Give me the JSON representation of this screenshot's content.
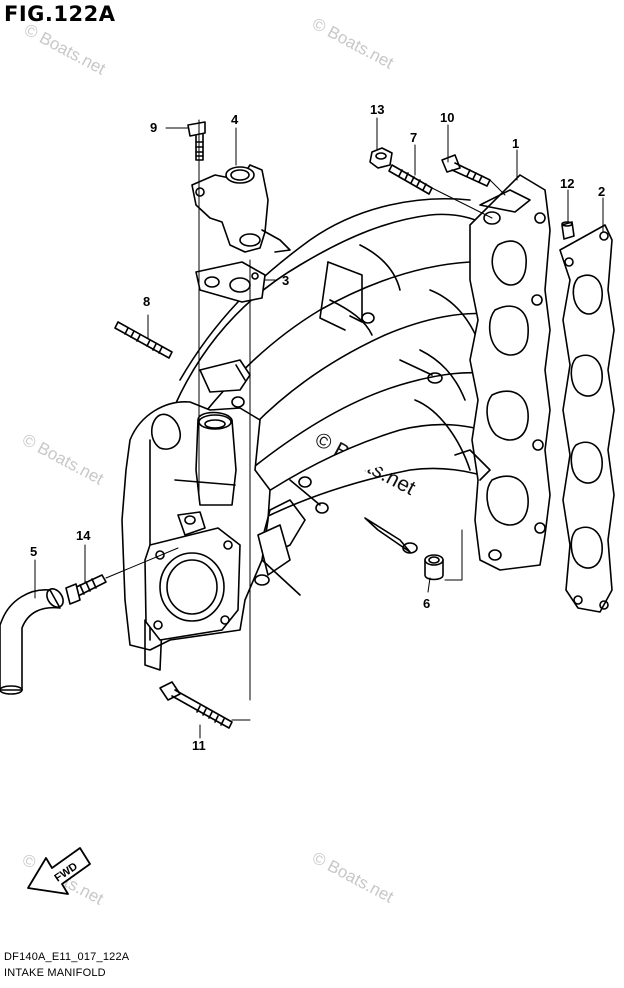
{
  "figure_title": "FIG.122A",
  "drawing_code": "DF140A_E11_017_122A",
  "caption": "INTAKE MANIFOLD",
  "watermark": "© Boats.net",
  "fwd_label": "FWD",
  "part_labels": {
    "p1": "1",
    "p2": "2",
    "p3": "3",
    "p4": "4",
    "p5": "5",
    "p6": "6",
    "p7": "7",
    "p8": "8",
    "p9": "9",
    "p10": "10",
    "p11": "11",
    "p12": "12",
    "p13": "13",
    "p14": "14"
  }
}
